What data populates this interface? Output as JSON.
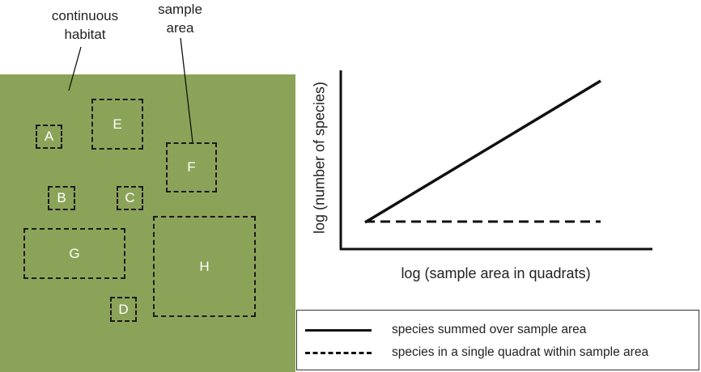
{
  "annotations": {
    "habitat": "continuous\nhabitat",
    "sample_area": "sample\narea"
  },
  "quadrats": [
    "A",
    "B",
    "C",
    "D",
    "E",
    "F",
    "G",
    "H"
  ],
  "plot": {
    "xlabel": "log (sample area in quadrats)",
    "ylabel": "log (number of species)"
  },
  "legend": {
    "solid": "species summed over sample area",
    "dashed": "species in a single quadrat within sample area"
  },
  "colors": {
    "habitat": "#8ba358",
    "line": "#111111"
  }
}
